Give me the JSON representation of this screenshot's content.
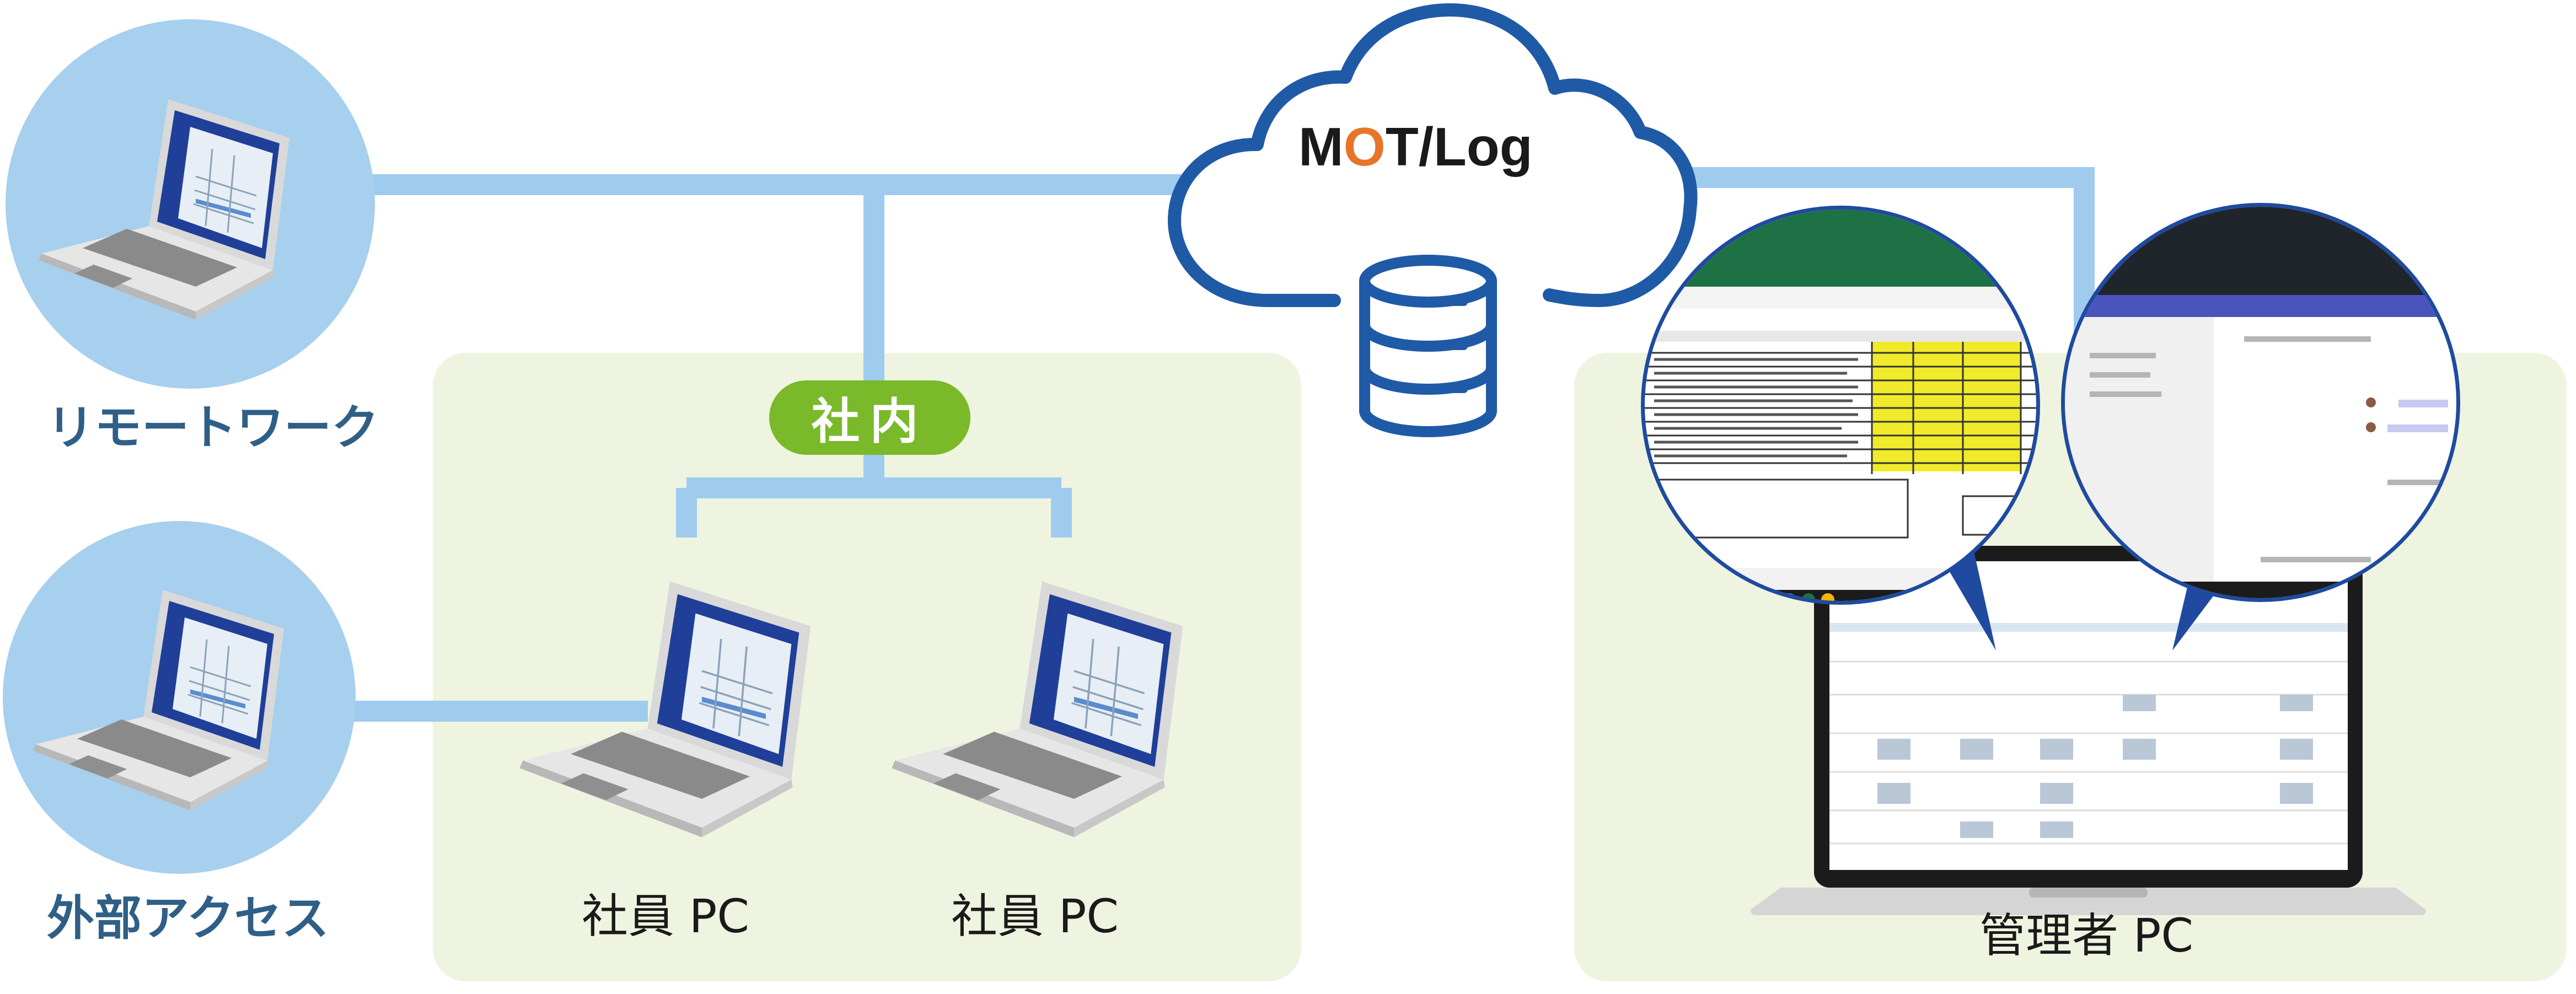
{
  "labels": {
    "remote_work": "リモートワーク",
    "external_access": "外部アクセス",
    "in_house": "社内",
    "employee_pc_1": "社員 PC",
    "employee_pc_2": "社員 PC",
    "admin_pc": "管理者 PC"
  },
  "logo": {
    "part1": "M",
    "part2": "O",
    "part3": "T/Log"
  },
  "colors": {
    "connector": "#9fcbee",
    "circle_bg": "#a7cfee",
    "zone_bg": "#eef4e0",
    "cloud_stroke": "#1f5aa6",
    "badge": "#7ab92a",
    "label_blue": "#2f5f86",
    "logo_accent": "#e8742a"
  },
  "icons": [
    "laptop-icon",
    "cloud-icon",
    "database-icon",
    "magnifier-icon"
  ]
}
